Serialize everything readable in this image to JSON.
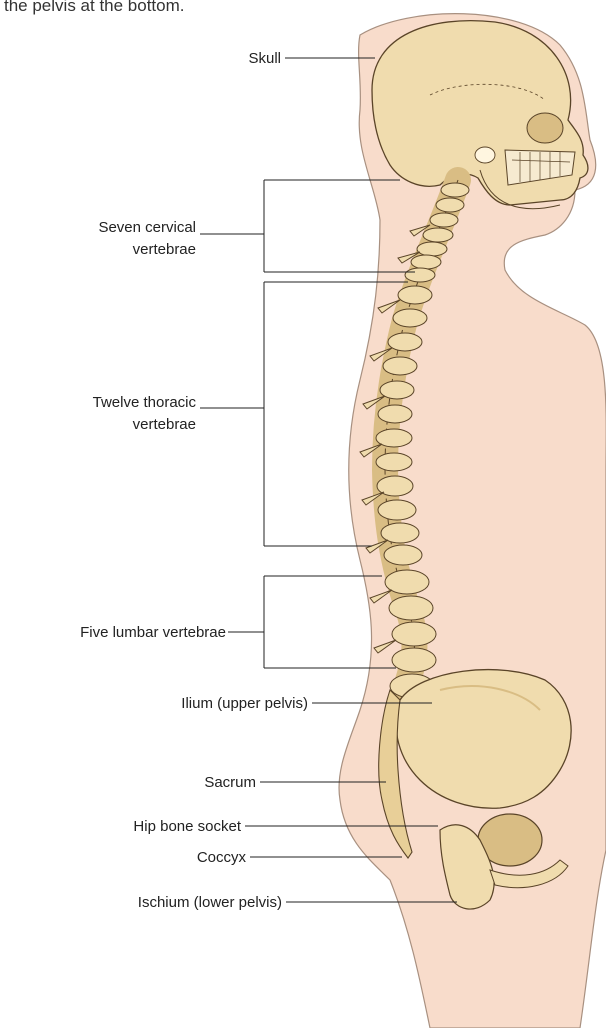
{
  "caption": "the pelvis at the bottom.",
  "labels": {
    "skull": "Skull",
    "cervical_1": "Seven cervical",
    "cervical_2": "vertebrae",
    "thoracic_1": "Twelve thoracic",
    "thoracic_2": "vertebrae",
    "lumbar": "Five lumbar vertebrae",
    "ilium": "Ilium (upper pelvis)",
    "sacrum": "Sacrum",
    "hip_socket": "Hip bone socket",
    "coccyx": "Coccyx",
    "ischium": "Ischium (lower pelvis)"
  },
  "colors": {
    "body_fill": "#f8dccb",
    "body_outline": "#a89080",
    "bone_fill": "#f0dcae",
    "bone_shade": "#d9bd84",
    "bone_outline": "#5a4428"
  }
}
